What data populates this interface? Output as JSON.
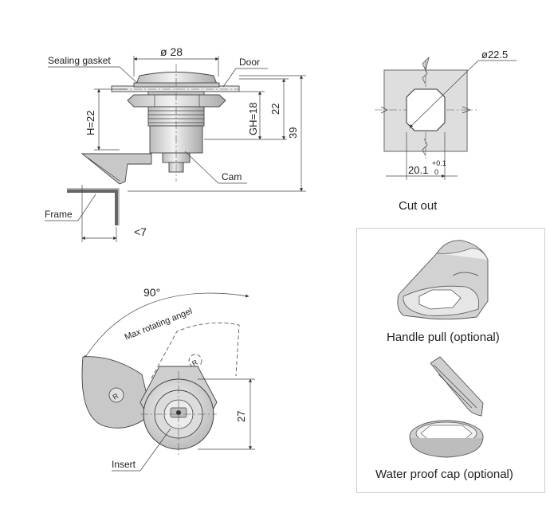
{
  "labels": {
    "sealing_gasket": "Sealing gasket",
    "door": "Door",
    "diameter_28": "ø 28",
    "h22": "H=22",
    "gh18": "GH=18",
    "dim22": "22",
    "dim39": "39",
    "cam": "Cam",
    "frame": "Frame",
    "lt7": "<7",
    "diameter_22_5": "ø22.5",
    "dim20_1": "20.1",
    "tol_plus": "+0.1",
    "tol_zero": "0",
    "cut_out": "Cut out",
    "angle_90": "90°",
    "max_rotating_angel": "Max rotating angel",
    "dim27": "27",
    "insert": "Insert",
    "handle_pull": "Handle pull (optional)",
    "water_proof_cap": "Water proof cap (optional)",
    "logo_r": "R"
  }
}
